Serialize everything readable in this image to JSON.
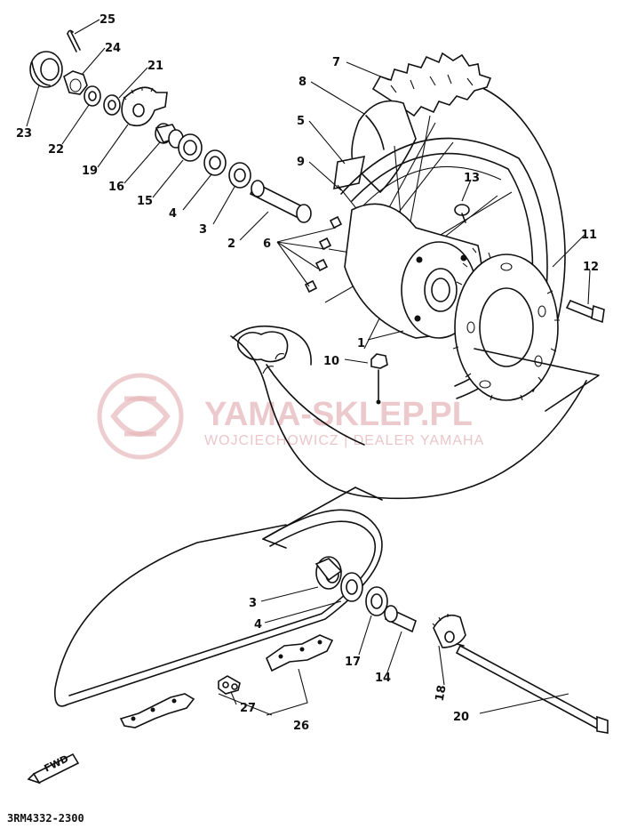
{
  "diagram": {
    "part_code": "3RM4332-2300",
    "fwd_label": "FWD",
    "watermark": {
      "title": "YAMA-SKLEP.PL",
      "subtitle": "WOJCIECHOWICZ | DEALER YAMAHA",
      "color": "#e6b8bc"
    },
    "callouts": [
      "25",
      "24",
      "21",
      "23",
      "22",
      "19",
      "16",
      "15",
      "4",
      "3",
      "2",
      "6",
      "7",
      "8",
      "5",
      "9",
      "13",
      "11",
      "12",
      "1",
      "10",
      "3",
      "4",
      "17",
      "14",
      "18",
      "20",
      "27",
      "26"
    ]
  }
}
